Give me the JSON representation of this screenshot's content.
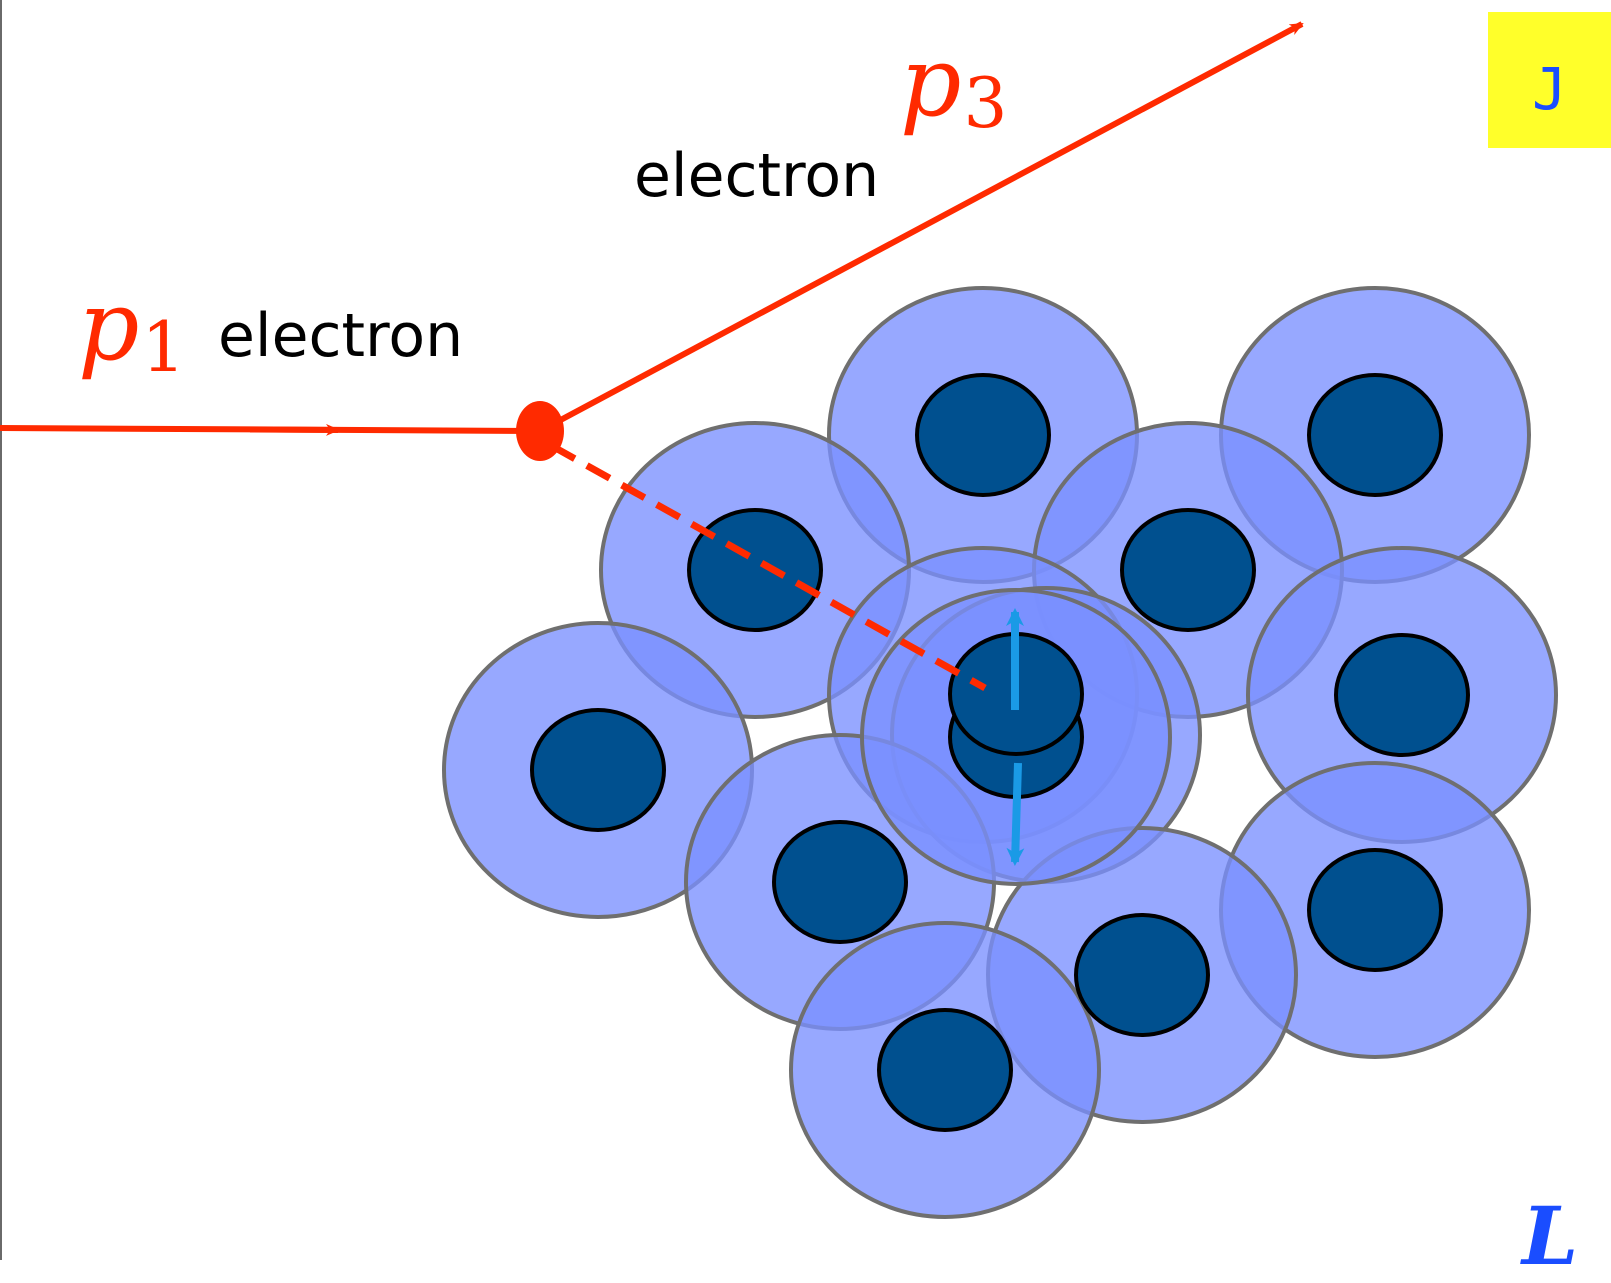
{
  "labels": {
    "incoming_momentum": {
      "symbol": "p",
      "subscript": "1"
    },
    "outgoing_momentum": {
      "symbol": "p",
      "subscript": "3"
    },
    "incoming_particle": "electron",
    "outgoing_particle": "electron"
  },
  "partial_text": {
    "box": "J",
    "corner": "L"
  },
  "colors": {
    "electron_track": "#ff2a00",
    "nucleon_halo": "#7a90ff",
    "nucleon_core": "#00508f",
    "oscillation_arrow": "#1a9ae6",
    "highlight": "#ffff2a",
    "partial_text": "#1a4dff"
  },
  "nucleons": [
    {
      "name": "nucleon-1"
    },
    {
      "name": "nucleon-2"
    },
    {
      "name": "nucleon-3"
    },
    {
      "name": "nucleon-4"
    },
    {
      "name": "nucleon-5"
    },
    {
      "name": "nucleon-6"
    },
    {
      "name": "nucleon-7"
    },
    {
      "name": "nucleon-8"
    },
    {
      "name": "nucleon-9"
    },
    {
      "name": "nucleon-10"
    },
    {
      "name": "nucleon-11"
    },
    {
      "name": "nucleon-12"
    },
    {
      "name": "nucleon-13"
    }
  ]
}
